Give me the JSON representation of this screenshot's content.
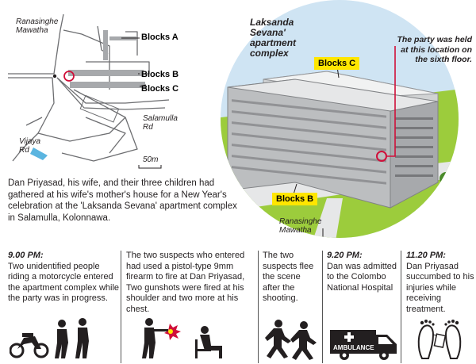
{
  "map": {
    "road_ranasinghe": "Ranasinghe Mawatha",
    "road_salamulla": "Salamulla Rd",
    "road_vijaya": "Vijaya Rd",
    "scale": "50m",
    "blocks_a": "Blocks A",
    "blocks_b": "Blocks B",
    "blocks_c": "Blocks C"
  },
  "scene": {
    "complex_title": "Laksanda Sevana' apartment complex",
    "tag_blocks_c": "Blocks C",
    "tag_blocks_b": "Blocks B",
    "party_note": "The party was held at this location on the sixth floor.",
    "road_ranasinghe": "Ranasinghe Mawatha"
  },
  "intro": "Dan Priyasad, his wife, and their three children had gathered at his wife's mother's house for a New Year's celebration at the 'Laksanda Sevana' apartment complex in Salamulla, Kolonnawa.",
  "timeline": [
    {
      "time": "9.00 PM:",
      "text": "Two unidentified people riding a motorcycle entered the apartment complex while the party was in progress."
    },
    {
      "time": "",
      "text": "The two suspects who entered had used a pistol-type 9mm firearm to fire at Dan Priyasad, Two gunshots were fired at his shoulder and two more at his chest."
    },
    {
      "time": "",
      "text": "The two suspects flee the scene after the shooting."
    },
    {
      "time": "9.20 PM:",
      "text": "Dan was admitted to the Colombo National Hospital"
    },
    {
      "time": "11.20 PM:",
      "text": "Dan Priyasad succumbed to his injuries while receiving treatment."
    }
  ],
  "ambulance_label": "AMBULANCE",
  "colors": {
    "highlight": "#ffe600",
    "marker": "#d0103a",
    "water": "#5bb5e0",
    "grass": "#9ccc3c",
    "sky": "#cfe4f3"
  }
}
